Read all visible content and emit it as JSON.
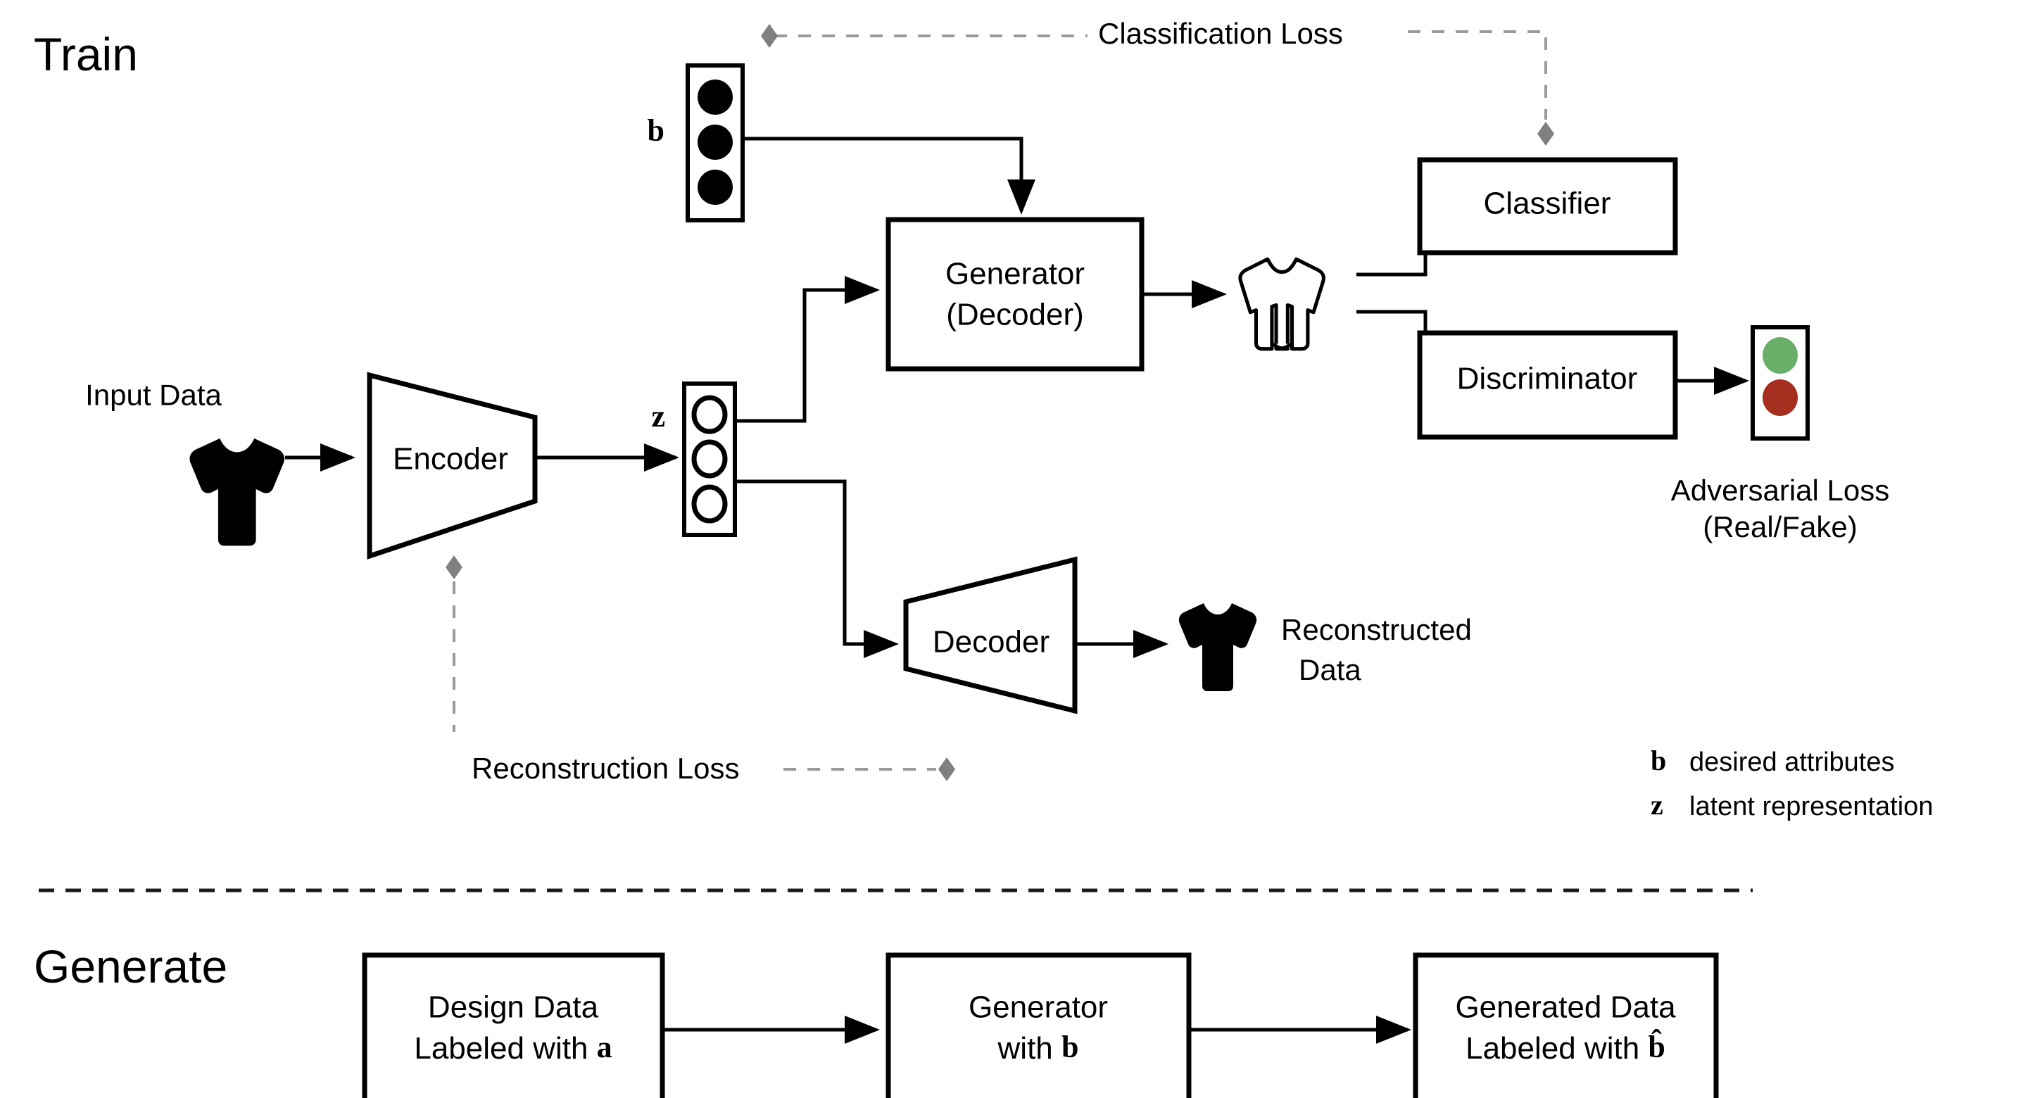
{
  "sections": {
    "train": {
      "title": "Train"
    },
    "generate": {
      "title": "Generate"
    }
  },
  "train": {
    "input_label": "Input Data",
    "encoder_label": "Encoder",
    "generator_label_line1": "Generator",
    "generator_label_line2": "(Decoder)",
    "decoder_label": "Decoder",
    "classifier_label": "Classifier",
    "discriminator_label": "Discriminator",
    "reconstructed_line1": "Reconstructed",
    "reconstructed_line2": "Data",
    "adversarial_line1": "Adversarial Loss",
    "adversarial_line2": "(Real/Fake)",
    "classification_loss_label": "Classification Loss",
    "reconstruction_loss_label": "Reconstruction Loss",
    "b_symbol": "b",
    "z_symbol": "z",
    "b_vector": {
      "name": "b-attribute-vector",
      "units": [
        "filled",
        "filled",
        "filled"
      ]
    },
    "z_vector": {
      "name": "z-latent-vector",
      "units": [
        "open",
        "open",
        "open"
      ]
    },
    "traffic_light": {
      "name": "real-fake-indicator",
      "lights": [
        {
          "label": "real",
          "color": "#6aaf69"
        },
        {
          "label": "fake",
          "color": "#a62e1e"
        }
      ]
    },
    "icons": {
      "input_garment": "tshirt-icon",
      "generated_garment": "pullover-icon",
      "reconstructed_garment": "tshirt-icon"
    }
  },
  "legend": {
    "entries": [
      {
        "symbol": "b",
        "description": "desired attributes"
      },
      {
        "symbol": "z",
        "description": "latent representation"
      }
    ]
  },
  "generate": {
    "boxes": [
      {
        "name": "design-data-box",
        "line1": "Design Data",
        "line2_pre": "Labeled with ",
        "line2_sym": "a"
      },
      {
        "name": "generator-box",
        "line1": "Generator",
        "line2_pre": "with ",
        "line2_sym": "b"
      },
      {
        "name": "generated-data-box",
        "line1": "Generated Data",
        "line2_pre": "Labeled with ",
        "line2_sym": "b̂"
      }
    ]
  },
  "colors": {
    "stroke": "#000000",
    "loss_gray": "#9a9a9a",
    "diamond_gray": "#808080",
    "green": "#6aaf69",
    "red": "#a62e1e",
    "background": "#ffffff"
  }
}
